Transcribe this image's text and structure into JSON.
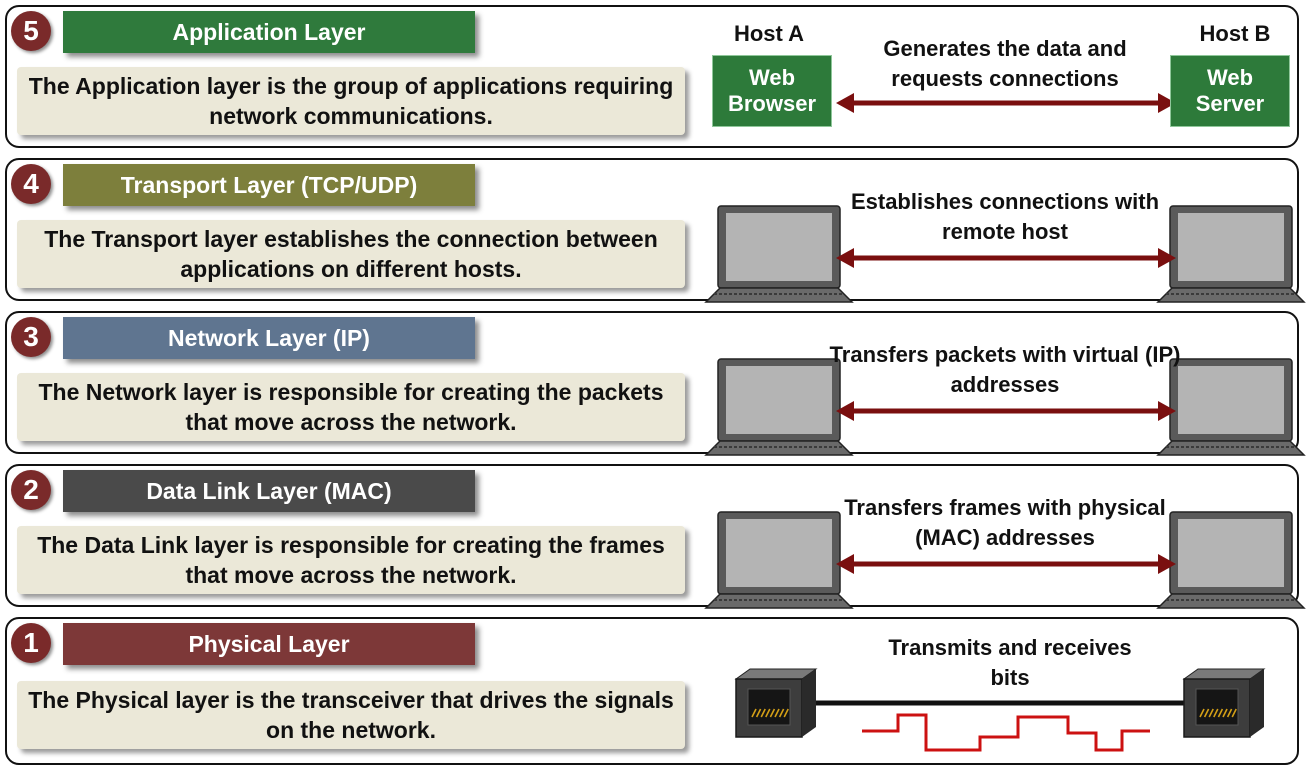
{
  "layers": [
    {
      "number": "5",
      "title": "Application Layer",
      "description": "The Application layer is the group of applications requiring network communications.",
      "flow_label": "Generates the data and requests connections",
      "title_color": "#2f7a3c",
      "diagram": "hosts",
      "host_a": {
        "label": "Host A",
        "name_line1": "Web",
        "name_line2": "Browser"
      },
      "host_b": {
        "label": "Host B",
        "name_line1": "Web",
        "name_line2": "Server"
      }
    },
    {
      "number": "4",
      "title": "Transport Layer (TCP/UDP)",
      "description": "The Transport layer establishes the connection between applications on different hosts.",
      "flow_label": "Establishes connections with remote host",
      "title_color": "#7d7f3c",
      "diagram": "laptops"
    },
    {
      "number": "3",
      "title": "Network Layer (IP)",
      "description": "The Network layer is responsible for creating the packets that move across the network.",
      "flow_label": "Transfers packets with virtual (IP) addresses",
      "title_color": "#5f7590",
      "diagram": "laptops"
    },
    {
      "number": "2",
      "title": "Data Link Layer (MAC)",
      "description": "The Data Link layer is responsible for creating the frames that move across the network.",
      "flow_label": "Transfers frames with physical (MAC) addresses",
      "title_color": "#4a4a4a",
      "diagram": "laptops"
    },
    {
      "number": "1",
      "title": "Physical Layer",
      "description": "The Physical layer is the transceiver that drives the signals on the network.",
      "flow_label": "Transmits and receives bits",
      "title_color": "#7d3838",
      "diagram": "cable"
    }
  ],
  "colors": {
    "badge": "#7a2a2a",
    "arrow": "#7a0f0f",
    "description_bg": "#ebe8d8",
    "host_box": "#2d7a3a",
    "signal": "#cc1111",
    "laptop_body": "#5a5a5a",
    "laptop_screen": "#b4b4b4"
  }
}
